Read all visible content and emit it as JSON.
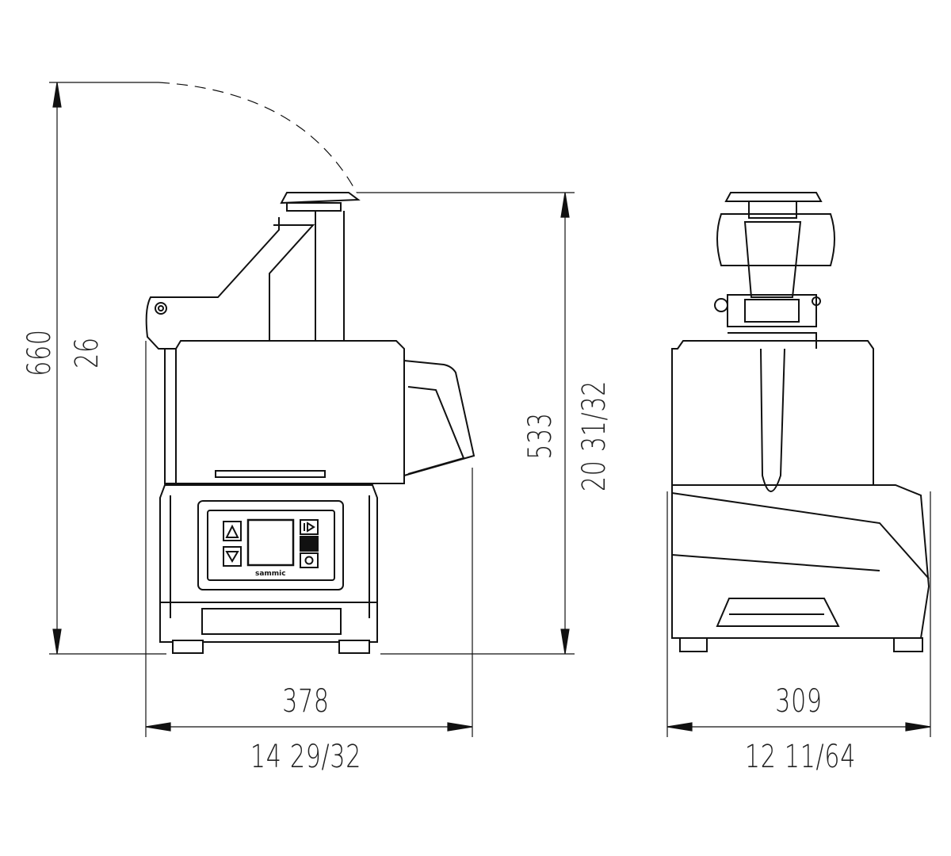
{
  "dimensions": {
    "total_height_mm": "660",
    "total_height_in": "26",
    "body_height_mm": "533",
    "body_height_in": "20 31/32",
    "width_mm": "378",
    "width_in": "14 29/32",
    "depth_mm": "309",
    "depth_in": "12 11/64"
  },
  "panel": {
    "brand": "sammic"
  }
}
